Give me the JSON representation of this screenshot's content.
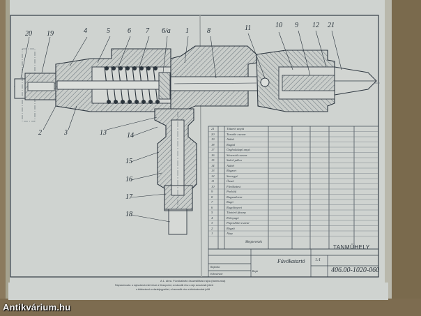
{
  "drawing": {
    "callouts_top": [
      "20",
      "19",
      "4",
      "5",
      "6",
      "7",
      "6/a",
      "1",
      "8",
      "11",
      "10",
      "9",
      "12",
      "21"
    ],
    "callouts_bottom": [
      "2",
      "3",
      "13",
      "14",
      "15",
      "16",
      "17",
      "18"
    ]
  },
  "parts_list": {
    "rows": [
      {
        "no": "21",
        "name": "Tűtartó anyát"
      },
      {
        "no": "20",
        "name": "Turatőe csavar"
      },
      {
        "no": "19",
        "name": "Alátét"
      },
      {
        "no": "18",
        "name": "Rugtal"
      },
      {
        "no": "17",
        "name": "Üzgholakapl anyá"
      },
      {
        "no": "16",
        "name": "Sénerotő csavar"
      },
      {
        "no": "15",
        "name": "Szűrő pálca"
      },
      {
        "no": "14",
        "name": "Alátét"
      },
      {
        "no": "13",
        "name": "Rögzert"
      },
      {
        "no": "12",
        "name": "Szorrgyé"
      },
      {
        "no": "11",
        "name": "Összé"
      },
      {
        "no": "10",
        "name": "Fúvókatest"
      },
      {
        "no": "9",
        "name": "Porlótű"
      },
      {
        "no": "8",
        "name": "Rugszalovor"
      },
      {
        "no": "7",
        "name": "Rugó"
      },
      {
        "no": "6",
        "name": "Rugolinyori"
      },
      {
        "no": "5",
        "name": "Távtörő fávany"
      },
      {
        "no": "4",
        "name": "Előnyagó"
      },
      {
        "no": "3",
        "name": "Paposhőtö csavar"
      },
      {
        "no": "2",
        "name": "Rögzít"
      },
      {
        "no": "1",
        "name": "Alap"
      }
    ],
    "header_label": "Megnevezés"
  },
  "title_block": {
    "company": "TANMŰHELY",
    "title": "Fúvókatartó",
    "drawing_number": "406.00-1020-060",
    "scale": "1:1",
    "small_label_1": "Rajzolta",
    "small_label_2": "Ellenőrizte",
    "small_label_3": "Rajzi"
  },
  "caption": {
    "line1": "A 1. ábra. Fúvókatartó összeállítási rajza (tanmunka)",
    "line2": "Rajzszámozás: a rajzszámok első része a főcsoportot, a második rész a rajz sorszámát jelenti",
    "line3": "a tételszámok a darabjegyzéket, a harmadik rész a tételszámokat jelöli"
  },
  "watermark": "Antikvárium.hu"
}
